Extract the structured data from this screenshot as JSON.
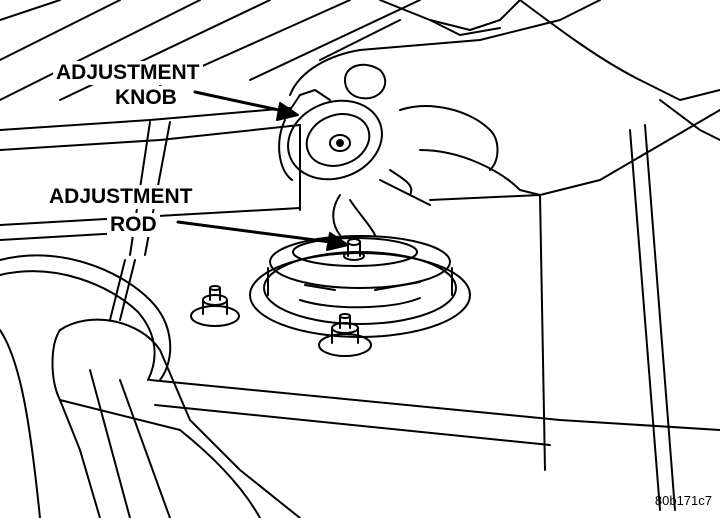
{
  "labels": {
    "adjustment_knob_line1": "ADJUSTMENT",
    "adjustment_knob_line2": "KNOB",
    "adjustment_rod_line1": "ADJUSTMENT",
    "adjustment_rod_line2": "ROD"
  },
  "figure_code": "80b171c7",
  "colors": {
    "ink": "#000000",
    "paper": "#ffffff"
  }
}
